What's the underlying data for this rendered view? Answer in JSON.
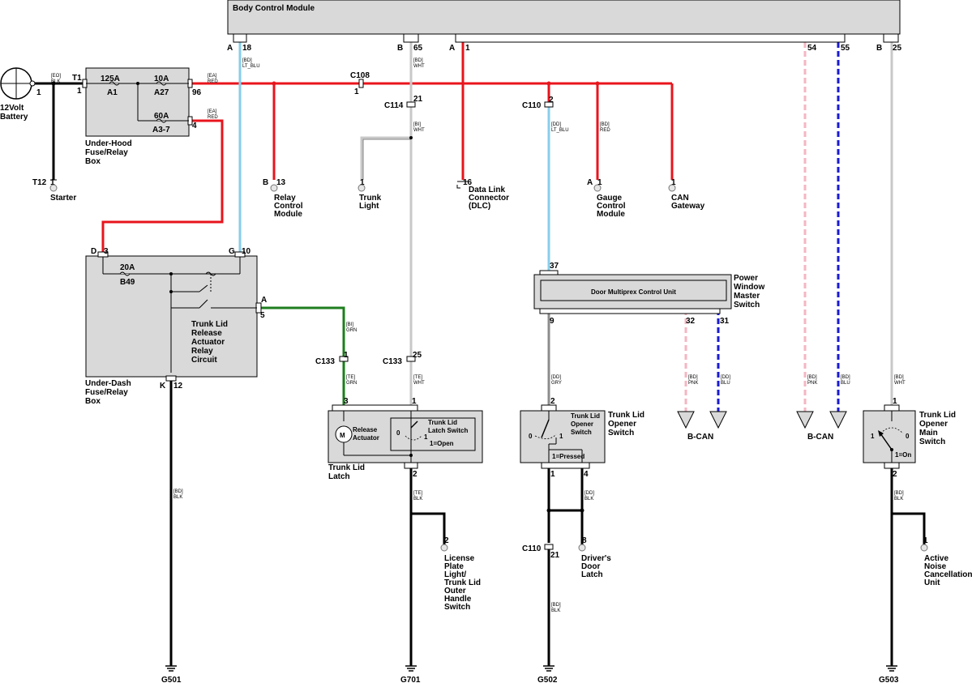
{
  "module": {
    "title": "Body Control Module",
    "pins": [
      {
        "letter": "A",
        "num": "18"
      },
      {
        "letter": "B",
        "num": "65"
      },
      {
        "letter": "A",
        "num": "1"
      },
      {
        "num": "54"
      },
      {
        "num": "55"
      },
      {
        "letter": "B",
        "num": "25"
      }
    ]
  },
  "battery": {
    "label1": "12Volt",
    "label2": "Battery",
    "pin": "1",
    "wire_code": "[EO]",
    "wire_color": "BLK"
  },
  "under_hood": {
    "name": [
      "Under-Hood",
      "Fuse/Relay",
      "Box"
    ],
    "conn": "T1",
    "pin_in": "1",
    "pin_out1": "96",
    "pin_out2": "4",
    "fuses": [
      {
        "rating": "125A",
        "id": "A1"
      },
      {
        "rating": "10A",
        "id": "A27"
      },
      {
        "rating": "60A",
        "id": "A3-7"
      }
    ],
    "wire_out1_code": "[EA]",
    "wire_out1_color": "RED",
    "wire_out2_code": "[EA]",
    "wire_out2_color": "RED"
  },
  "starter": {
    "conn": "T12",
    "pin": "1",
    "name": "Starter"
  },
  "c108": {
    "name": "C108",
    "pin": "1"
  },
  "relay_control": {
    "letter": "B",
    "pin": "13",
    "name": [
      "Relay",
      "Control",
      "Module"
    ]
  },
  "c114": {
    "name": "C114",
    "pin": "21"
  },
  "trunk_light": {
    "pin": "1",
    "name": [
      "Trunk",
      "Light"
    ]
  },
  "dlc": {
    "pin": "16",
    "name": [
      "Data Link",
      "Connector",
      "(DLC)"
    ]
  },
  "c110_top": {
    "name": "C110",
    "pin": "2"
  },
  "gauge": {
    "letter": "A",
    "pin": "1",
    "name": [
      "Gauge",
      "Control",
      "Module"
    ],
    "wire_code": "[BD]",
    "wire_color": "RED"
  },
  "can_gateway": {
    "pin": "1",
    "name": [
      "CAN",
      "Gateway"
    ]
  },
  "wires": {
    "bcm18_code": "[BD]",
    "bcm18_color": "LT_BLU",
    "bcm65_code": "[BD]",
    "bcm65_color": "WHT",
    "c114_code": "[BI]",
    "c114_color": "WHT",
    "c110_code": "[DD]",
    "c110_color": "LT_BLU",
    "relay_out_code": "[BI]",
    "relay_out_color": "GRN",
    "c133_code": "[TE]",
    "c133_color": "GRN",
    "c133b_code": "[TE]",
    "c133b_color": "WHT",
    "udk_code": "[BD]",
    "udk_color": "BLK",
    "latch_gnd_code": "[TE]",
    "latch_gnd_color": "BLK",
    "pw9_code": "[DD]",
    "pw9_color": "GRY",
    "pw32_code": "[BD]",
    "pw32_color": "PNK",
    "pw31_code": "[DD]",
    "pw31_color": "BLU",
    "bcm54_code": "[BD]",
    "bcm54_color": "PNK",
    "bcm55_code": "[BD]",
    "bcm55_color": "BLU",
    "bcm25_code": "[BD]",
    "bcm25_color": "WHT",
    "opener4_code": "[DD]",
    "opener4_color": "BLK",
    "c110b_code": "[BD]",
    "c110b_color": "BLK",
    "main2_code": "[BD]",
    "main2_color": "BLK"
  },
  "under_dash": {
    "name": [
      "Under-Dash",
      "Fuse/Relay",
      "Box"
    ],
    "pin_d": "D",
    "pin_d_num": "3",
    "pin_g": "G",
    "pin_g_num": "10",
    "pin_a": "A",
    "pin_a_num": "5",
    "pin_k": "K",
    "pin_k_num": "12",
    "fuse_rating": "20A",
    "fuse_id": "B49",
    "relay_text": [
      "Trunk Lid",
      "Release",
      "Actuator",
      "Relay",
      "Circuit"
    ]
  },
  "c133": {
    "name": "C133",
    "pin": "1",
    "pin_b": "25"
  },
  "latch": {
    "name": [
      "Trunk Lid",
      "Latch"
    ],
    "pin3": "3",
    "pin1": "1",
    "pin2": "2",
    "actuator": [
      "Release",
      "Actuator"
    ],
    "switch_title": [
      "Trunk Lid",
      "Latch Switch"
    ],
    "state0": "0",
    "state1": "1",
    "state_note": "1=Open"
  },
  "license": {
    "pin": "2",
    "name": [
      "License",
      "Plate",
      "Light/",
      "Trunk Lid",
      "Outer",
      "Handle",
      "Switch"
    ]
  },
  "power_window": {
    "name": [
      "Power",
      "Window",
      "Master",
      "Switch"
    ],
    "unit": "Door Multiprex Control Unit",
    "pin_top": "37",
    "pin9": "9",
    "pin32": "32",
    "pin31": "31"
  },
  "bcan_left": "B-CAN",
  "bcan_right": "B-CAN",
  "opener": {
    "name": [
      "Trunk Lid",
      "Opener",
      "Switch"
    ],
    "inner": [
      "Trunk Lid",
      "Opener",
      "Switch"
    ],
    "pin2": "2",
    "pin1": "1",
    "pin4": "4",
    "state0": "0",
    "state1": "1",
    "note": "1=Pressed"
  },
  "c110_bottom": {
    "name": "C110",
    "pin": "21"
  },
  "drivers_latch": {
    "pin": "8",
    "name": [
      "Driver's",
      "Door",
      "Latch"
    ]
  },
  "main_switch": {
    "name": [
      "Trunk Lid",
      "Opener",
      "Main",
      "Switch"
    ],
    "pin1": "1",
    "pin2": "2",
    "state1": "1",
    "state0": "0",
    "note": "1=On"
  },
  "anc": {
    "pin": "1",
    "name": [
      "Active",
      "Noise",
      "Cancellation",
      "Unit"
    ]
  },
  "grounds": [
    "G501",
    "G701",
    "G502",
    "G503"
  ],
  "colors": {
    "red": "#e8141c",
    "lt_blu": "#87ceeb",
    "wht": "#c8c8c8",
    "grn": "#1e7d1e",
    "blk": "#000000",
    "pnk": "#f4b6c2",
    "blu": "#1a1ad6",
    "gry": "#8c8c8c",
    "box": "#d9d9d9"
  }
}
